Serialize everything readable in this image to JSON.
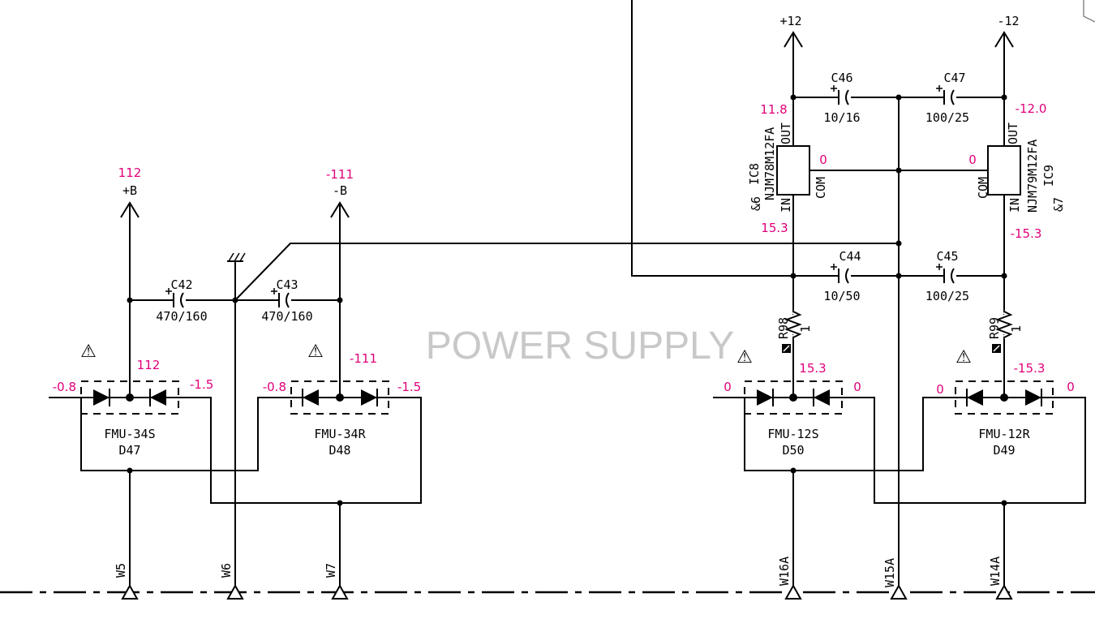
{
  "title": "POWER SUPPLY",
  "rails": {
    "pos_b": {
      "name": "+B",
      "voltage": "112"
    },
    "neg_b": {
      "name": "-B",
      "voltage": "-111"
    },
    "pos12": {
      "name": "+12"
    },
    "neg12": {
      "name": "-12"
    }
  },
  "capacitors": {
    "c42": {
      "ref": "C42",
      "value": "470/160"
    },
    "c43": {
      "ref": "C43",
      "value": "470/160"
    },
    "c44": {
      "ref": "C44",
      "value": "10/50"
    },
    "c45": {
      "ref": "C45",
      "value": "100/25"
    },
    "c46": {
      "ref": "C46",
      "value": "10/16"
    },
    "c47": {
      "ref": "C47",
      "value": "100/25"
    }
  },
  "regulators": {
    "ic8": {
      "ref": "IC8",
      "part": "NJM78M12FA",
      "ref2": "&6",
      "out": "OUT",
      "in": "IN",
      "com": "COM",
      "v_out": "11.8",
      "v_in": "15.3",
      "v_com": "0"
    },
    "ic9": {
      "ref": "IC9",
      "part": "NJM79M12FA",
      "ref2": "&7",
      "out": "OUT",
      "in": "IN",
      "com": "COM",
      "v_out": "-12.0",
      "v_in": "-15.3",
      "v_com": "0"
    }
  },
  "resistors": {
    "r98": {
      "ref": "R98",
      "value": "1"
    },
    "r99": {
      "ref": "R99",
      "value": "1"
    }
  },
  "diodes": {
    "d47": {
      "part": "FMU-34S",
      "ref": "D47",
      "v_left": "-0.8",
      "v_center": "112",
      "v_right": "-1.5"
    },
    "d48": {
      "part": "FMU-34R",
      "ref": "D48",
      "v_left": "-0.8",
      "v_center": "-111",
      "v_right": "-1.5"
    },
    "d50": {
      "part": "FMU-12S",
      "ref": "D50",
      "v_left": "0",
      "v_center": "15.3",
      "v_right": "0"
    },
    "d49": {
      "part": "FMU-12R",
      "ref": "D49",
      "v_left": "0",
      "v_center": "-15.3",
      "v_right": "0"
    }
  },
  "connectors": {
    "w5": "W5",
    "w6": "W6",
    "w7": "W7",
    "w16a": "W16A",
    "w15a": "W15A",
    "w14a": "W14A"
  },
  "warning_symbol": "⚠",
  "colors": {
    "voltage": "#e0007a",
    "watermark": "#c8c8c8",
    "line": "#000000"
  }
}
